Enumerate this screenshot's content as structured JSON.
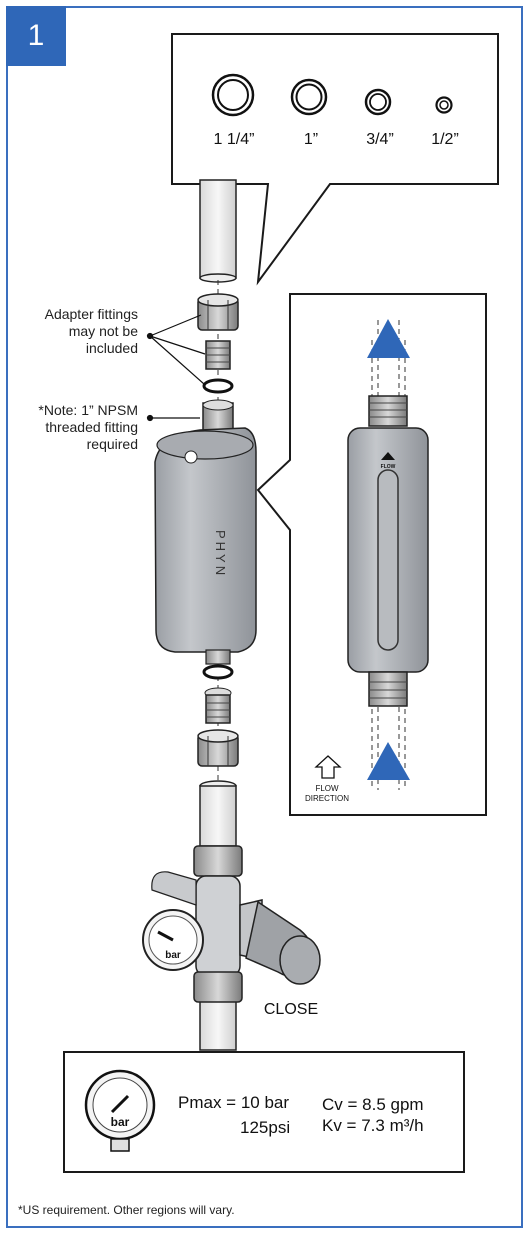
{
  "step_number": "1",
  "pipe_sizes": [
    "1 1/4”",
    "1”",
    "3/4”",
    "1/2”"
  ],
  "adapter_note": [
    "Adapter fittings",
    "may not be",
    "included"
  ],
  "npsm_note": [
    "*Note: 1” NPSM",
    "threaded fitting",
    "required"
  ],
  "device_brand": "PHYN",
  "detail": {
    "flow_label": "FLOW",
    "arrow_caption": [
      "FLOW",
      "DIRECTION"
    ]
  },
  "valve": {
    "gauge_unit": "bar",
    "close_label": "CLOSE"
  },
  "specs": {
    "gauge_unit": "bar",
    "pmax": "Pmax = 10 bar",
    "psi": "125psi",
    "cv": "Cv = 8.5 gpm",
    "kv": "Kv = 7.3 m³/h"
  },
  "footnote": "*US requirement. Other regions will vary.",
  "colors": {
    "accent": "#2f67b8",
    "device": "#b0b3b8",
    "pipe": "#e8e8e8"
  }
}
